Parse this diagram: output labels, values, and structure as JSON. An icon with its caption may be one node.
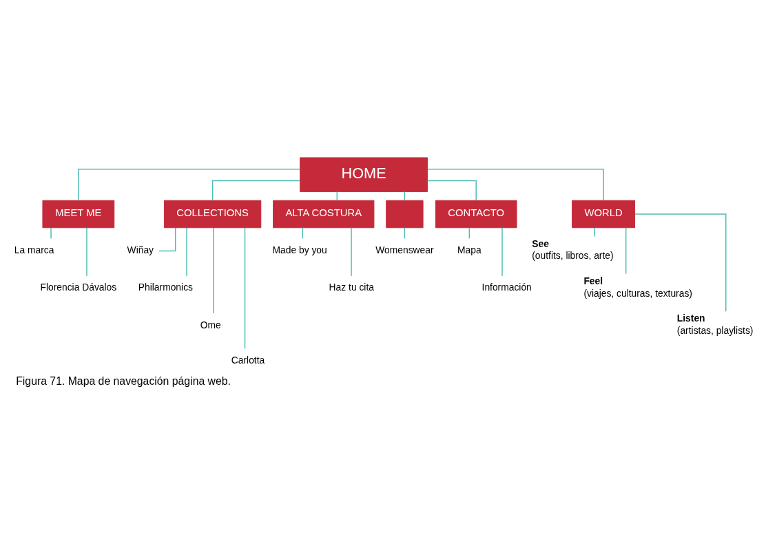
{
  "diagram": {
    "caption": "Figura 71. Mapa de navegación página web.",
    "nodes": [
      {
        "text": [
          "HOME"
        ]
      },
      {
        "text": [
          "MEET ME"
        ]
      },
      {
        "text": [
          "COLLECTIONS"
        ]
      },
      {
        "text": [
          "ALTA COSTURA"
        ]
      },
      {
        "text": [],
        "shape": "box"
      },
      {
        "text": [
          "CONTACTO"
        ]
      },
      {
        "text": [
          "WORLD"
        ]
      },
      {
        "text": [
          "La marca"
        ]
      },
      {
        "text": [
          "Florencia Dávalos"
        ]
      },
      {
        "text": [
          "Wiñay"
        ]
      },
      {
        "text": [
          "Philarmonics"
        ]
      },
      {
        "text": [
          "Ome"
        ]
      },
      {
        "text": [
          "Carlotta"
        ]
      },
      {
        "text": [
          "Made by you"
        ]
      },
      {
        "text": [
          "Haz tu cita"
        ]
      },
      {
        "text": [
          "Womenswear"
        ]
      },
      {
        "text": [
          "Mapa"
        ]
      },
      {
        "text": [
          "Información"
        ]
      },
      {
        "text": [
          "See",
          "(outfits, libros, arte)"
        ]
      },
      {
        "text": [
          "Feel",
          "(viajes, culturas, texturas)"
        ]
      },
      {
        "text": [
          "Listen",
          "(artistas, playlists)"
        ]
      }
    ],
    "edges": [
      {
        "from": 0,
        "to": 1,
        "arrow": "none"
      },
      {
        "from": 0,
        "to": 2,
        "arrow": "none"
      },
      {
        "from": 0,
        "to": 3,
        "arrow": "none"
      },
      {
        "from": 0,
        "to": 4,
        "arrow": "none"
      },
      {
        "from": 0,
        "to": 5,
        "arrow": "none"
      },
      {
        "from": 0,
        "to": 6,
        "arrow": "none"
      },
      {
        "from": 1,
        "to": 7,
        "arrow": "none"
      },
      {
        "from": 1,
        "to": 8,
        "arrow": "none"
      },
      {
        "from": 2,
        "to": 9,
        "arrow": "none"
      },
      {
        "from": 2,
        "to": 10,
        "arrow": "none"
      },
      {
        "from": 2,
        "to": 11,
        "arrow": "none"
      },
      {
        "from": 2,
        "to": 12,
        "arrow": "none"
      },
      {
        "from": 3,
        "to": 13,
        "arrow": "none"
      },
      {
        "from": 3,
        "to": 14,
        "arrow": "none"
      },
      {
        "from": 4,
        "to": 15,
        "arrow": "none"
      },
      {
        "from": 5,
        "to": 16,
        "arrow": "none"
      },
      {
        "from": 5,
        "to": 17,
        "arrow": "none"
      },
      {
        "from": 6,
        "to": 18,
        "arrow": "none"
      },
      {
        "from": 6,
        "to": 19,
        "arrow": "none"
      },
      {
        "from": 6,
        "to": 20,
        "arrow": "none"
      }
    ]
  }
}
